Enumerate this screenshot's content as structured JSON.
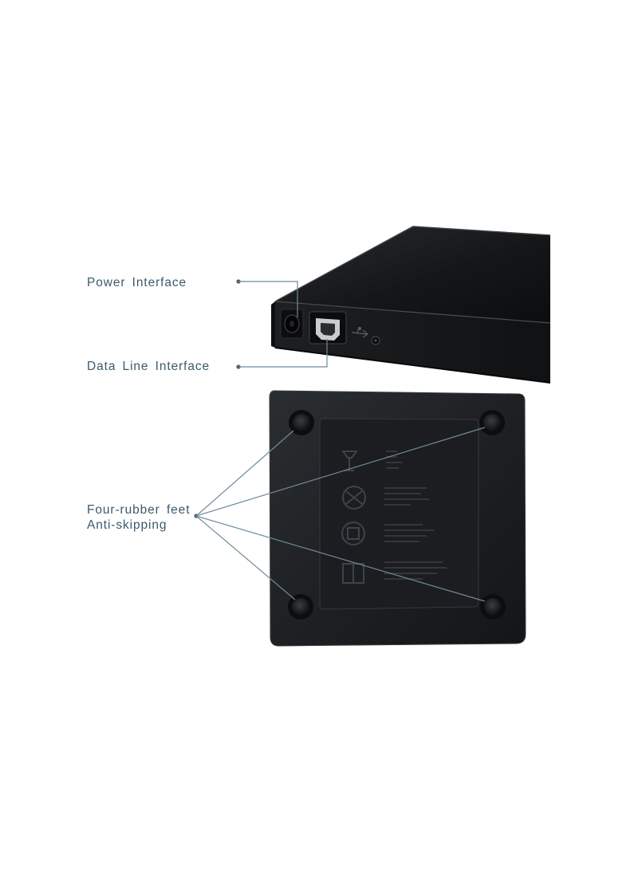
{
  "callouts": {
    "power_interface": "Power Interface",
    "data_line_interface": "Data Line Interface",
    "feet_line1": "Four-rubber feet",
    "feet_line2": "Anti-skipping"
  },
  "colors": {
    "label_text": "#3c5a6b",
    "callout_line": "#6e8a9a",
    "device_body": "#17191b",
    "background": "#ffffff"
  },
  "icons": [
    "usb-symbol-icon",
    "recycle-icon",
    "disposal-bin-icon",
    "battery-icon"
  ]
}
